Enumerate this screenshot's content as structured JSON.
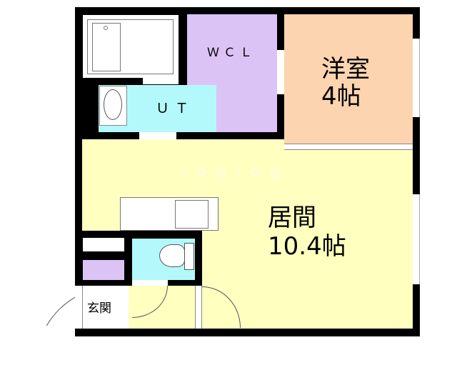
{
  "floorplan": {
    "colors": {
      "wall": "#000000",
      "living": "#ffffc0",
      "western_room": "#fcd4b0",
      "wcl": "#dcc3f5",
      "wet_area": "#b3f9fc",
      "white": "#ffffff"
    },
    "rooms": {
      "western_room": {
        "name": "洋室",
        "size": "4帖"
      },
      "living": {
        "name": "居間",
        "size": "10.4帖"
      },
      "wcl": {
        "name": "ＷＣＬ"
      },
      "ut": {
        "name": "ＵＴ"
      },
      "entrance": {
        "name": "玄関"
      }
    },
    "watermark": "ioqioq"
  }
}
